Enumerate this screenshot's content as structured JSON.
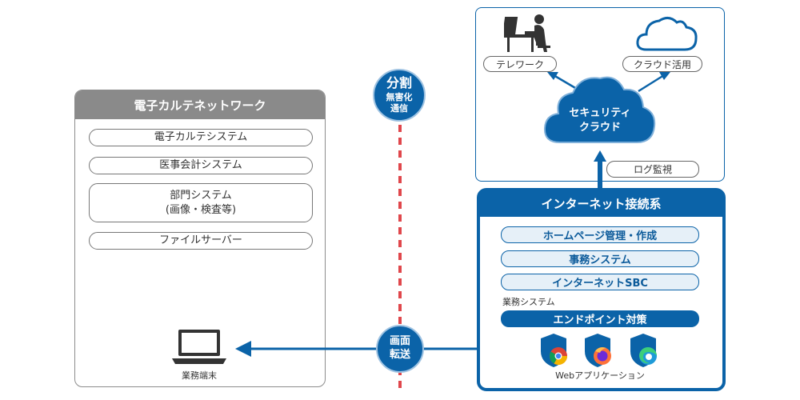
{
  "left_network": {
    "title": "電子カルテネットワーク",
    "systems": [
      {
        "label": "電子カルテシステム"
      },
      {
        "label": "医事会計システム"
      },
      {
        "label": "部門システム\n(画像・検査等)"
      },
      {
        "label": "ファイルサーバー"
      }
    ],
    "terminal_label": "業務端末"
  },
  "divide_badge": {
    "title": "分割",
    "subtitle": "無害化\n通信"
  },
  "transfer_badge": {
    "label": "画面\n転送"
  },
  "cloud_area": {
    "telework_label": "テレワーク",
    "cloud_use_label": "クラウド活用",
    "security_cloud_label": "セキュリティ\nクラウド",
    "log_label": "ログ監視"
  },
  "internet_network": {
    "title": "インターネット接続系",
    "systems": [
      {
        "label": "ホームページ管理・作成"
      },
      {
        "label": "事務システム"
      },
      {
        "label": "インターネットSBC"
      }
    ],
    "business_label": "業務システム",
    "endpoint_label": "エンドポイント対策",
    "web_apps_label": "Webアプリケーション",
    "browsers": [
      "chrome-icon",
      "firefox-icon",
      "edge-icon"
    ]
  },
  "colors": {
    "primary_blue": "#0b63a8",
    "grey_header": "#8a8a8a",
    "divider_red": "#e0474c"
  }
}
